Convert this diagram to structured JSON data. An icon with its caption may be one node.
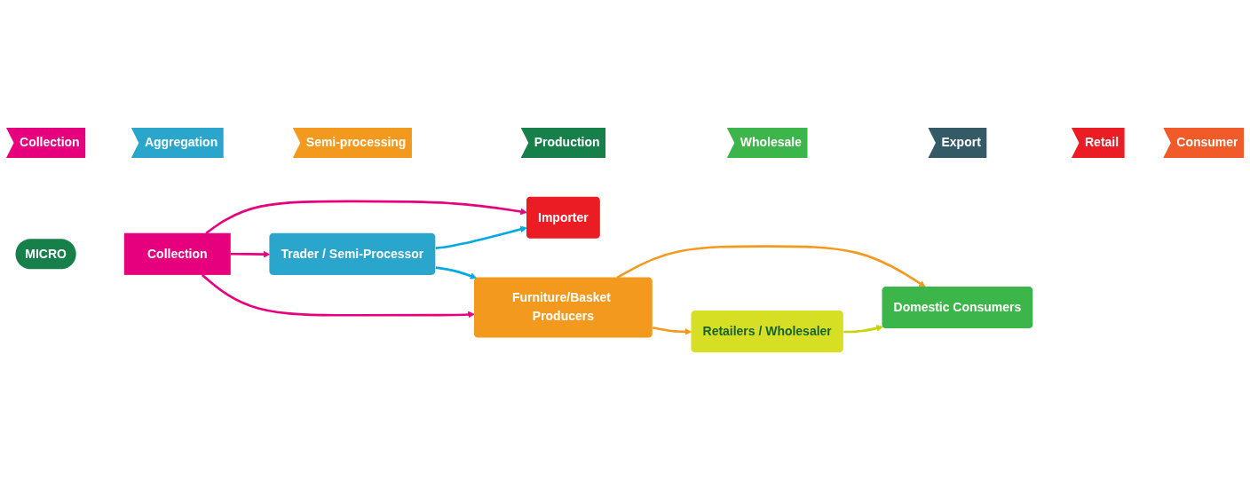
{
  "diagram": {
    "nodes": [
      {
        "text": [
          "Collection"
        ]
      },
      {
        "text": [
          "Aggregation"
        ]
      },
      {
        "text": [
          "Semi-processing"
        ]
      },
      {
        "text": [
          "Production"
        ]
      },
      {
        "text": [
          "Wholesale"
        ]
      },
      {
        "text": [
          "Export"
        ]
      },
      {
        "text": [
          "Retail"
        ]
      },
      {
        "text": [
          "Consumer"
        ]
      },
      {
        "text": [
          "MICRO"
        ]
      },
      {
        "text": [
          "Collection"
        ]
      },
      {
        "text": [
          "Importer"
        ]
      },
      {
        "text": [
          "Trader / Semi-Processor"
        ]
      },
      {
        "text": [
          "Furniture/Basket Producers"
        ]
      },
      {
        "text": [
          "Domestic Consumers"
        ]
      },
      {
        "text": [
          "Retailers / Wholesaler"
        ]
      }
    ],
    "edges": [
      {
        "from": 9,
        "to": 10,
        "arrow": "to",
        "color": "#e6007e"
      },
      {
        "from": 9,
        "to": 11,
        "arrow": "to",
        "color": "#e6007e"
      },
      {
        "from": 9,
        "to": 12,
        "arrow": "to",
        "color": "#e6007e"
      },
      {
        "from": 11,
        "to": 10,
        "arrow": "to",
        "color": "#00a9e0"
      },
      {
        "from": 11,
        "to": 12,
        "arrow": "to",
        "color": "#00a9e0"
      },
      {
        "from": 12,
        "to": 13,
        "arrow": "to",
        "color": "#f39a1e"
      },
      {
        "from": 12,
        "to": 14,
        "arrow": "to",
        "color": "#f39a1e"
      },
      {
        "from": 14,
        "to": 13,
        "arrow": "to",
        "color": "#c8d400"
      }
    ]
  }
}
